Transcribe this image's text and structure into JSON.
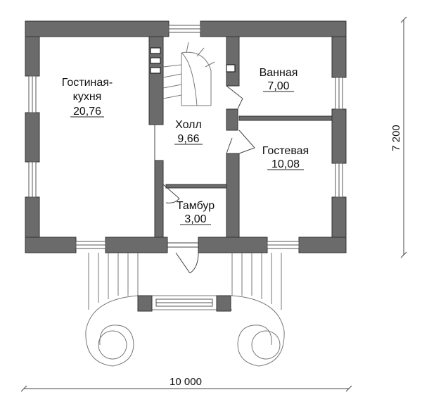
{
  "colors": {
    "wall": "#6b6b6b",
    "line": "#333333",
    "light_line": "#888888"
  },
  "rooms": {
    "living_kitchen": {
      "name_line1": "Гостиная-",
      "name_line2": "кухня",
      "area": "20,76"
    },
    "bathroom": {
      "name": "Ванная",
      "area": "7,00"
    },
    "hall": {
      "name": "Холл",
      "area": "9,66"
    },
    "guest": {
      "name": "Гостевая",
      "area": "10,08"
    },
    "vestibule": {
      "name": "Тамбур",
      "area": "3,00"
    }
  },
  "dimensions": {
    "width": "10 000",
    "height": "7 200"
  }
}
